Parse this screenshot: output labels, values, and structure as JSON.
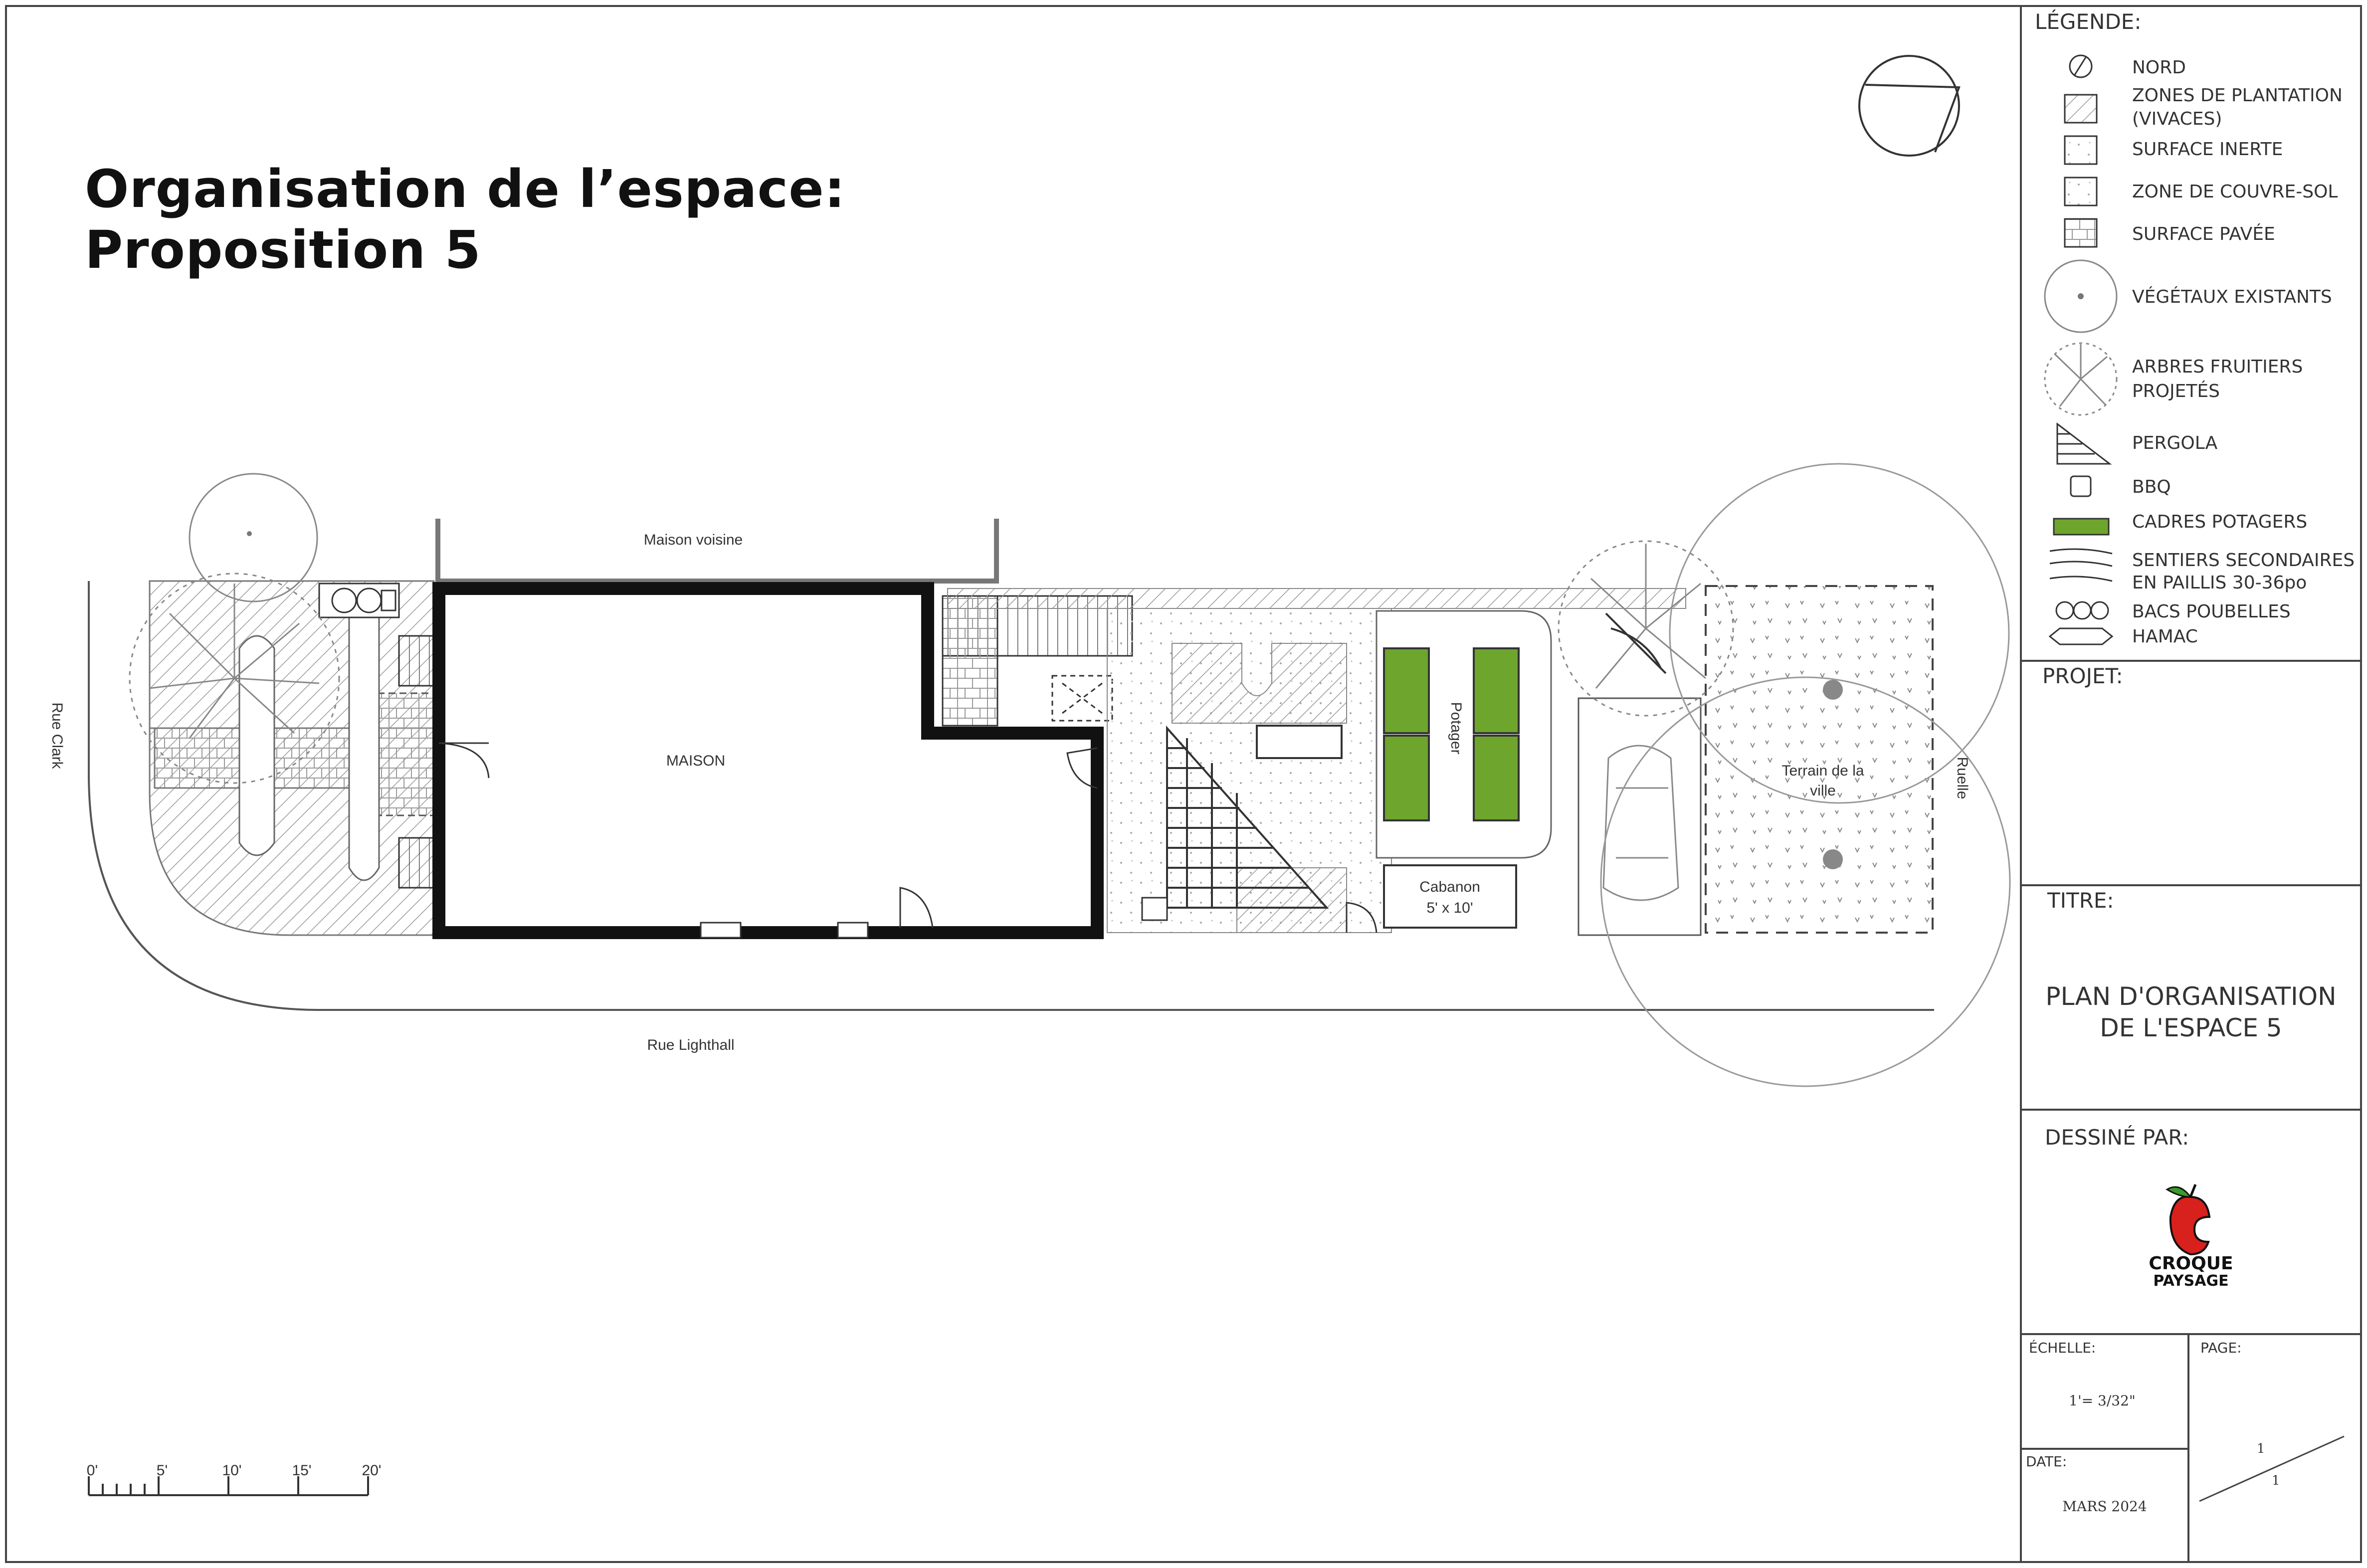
{
  "page": {
    "title_line1": "Organisation de l’espace:",
    "title_line2": "Proposition 5"
  },
  "legend": {
    "heading": "LÉGENDE:",
    "items": [
      {
        "icon": "north-icon",
        "label1": "NORD",
        "label2": ""
      },
      {
        "icon": "hatch-planting-icon",
        "label1": "ZONES DE PLANTATION",
        "label2": "(VIVACES)"
      },
      {
        "icon": "inert-surface-icon",
        "label1": "SURFACE INERTE",
        "label2": ""
      },
      {
        "icon": "groundcover-icon",
        "label1": "ZONE DE COUVRE-SOL",
        "label2": ""
      },
      {
        "icon": "paved-surface-icon",
        "label1": "SURFACE PAVÉE",
        "label2": ""
      },
      {
        "icon": "existing-plant-icon",
        "label1": "VÉGÉTAUX EXISTANTS",
        "label2": ""
      },
      {
        "icon": "fruit-tree-icon",
        "label1": "ARBRES FRUITIERS",
        "label2": "PROJETÉS"
      },
      {
        "icon": "pergola-icon",
        "label1": "PERGOLA",
        "label2": ""
      },
      {
        "icon": "bbq-icon",
        "label1": "BBQ",
        "label2": ""
      },
      {
        "icon": "garden-bed-icon",
        "label1": "CADRES POTAGERS",
        "label2": ""
      },
      {
        "icon": "mulch-path-icon",
        "label1": "SENTIERS SECONDAIRES",
        "label2": "EN PAILLIS 30-36po"
      },
      {
        "icon": "trash-bins-icon",
        "label1": "BACS POUBELLES",
        "label2": ""
      },
      {
        "icon": "hammock-icon",
        "label1": "HAMAC",
        "label2": ""
      }
    ]
  },
  "title_block": {
    "project_heading": "PROJET:",
    "title_heading": "TITRE:",
    "title_line1": "PLAN D'ORGANISATION",
    "title_line2": "DE L'ESPACE 5",
    "drawn_by_heading": "DESSINÉ PAR:",
    "logo_line1": "CROQUE",
    "logo_line2": "PAYSAGE",
    "scale_heading": "ÉCHELLE:",
    "scale_value": "1'= 3/32\"",
    "page_heading": "PAGE:",
    "page_num": "1",
    "page_total": "1",
    "date_heading": "DATE:",
    "date_value": "MARS 2024"
  },
  "plan": {
    "street_west": "Rue Clark",
    "street_south": "Rue Lighthall",
    "alley": "Ruelle",
    "neighbour": "Maison voisine",
    "house": "MAISON",
    "vegetable_garden": "Potager",
    "shed_line1": "Cabanon",
    "shed_line2": "5' x 10'",
    "city_lot_line1": "Terrain de la",
    "city_lot_line2": "ville"
  },
  "scale_bar": {
    "ticks": [
      "0'",
      "5'",
      "10'",
      "15'",
      "20'"
    ]
  },
  "colors": {
    "garden_bed": "#6da52d",
    "wall": "#111111",
    "hatch": "#9a9a9a"
  }
}
